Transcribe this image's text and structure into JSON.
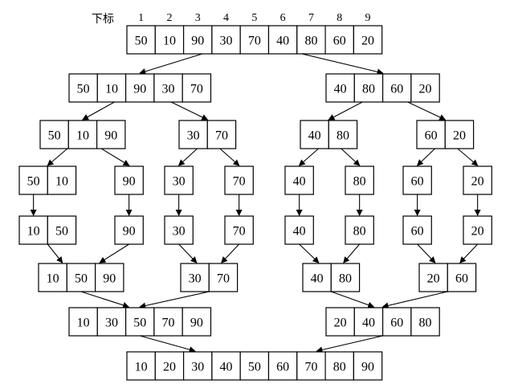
{
  "index_label": "下标",
  "indices": [
    "1",
    "2",
    "3",
    "4",
    "5",
    "6",
    "7",
    "8",
    "9"
  ],
  "levels": [
    {
      "name": "input",
      "boxes": [
        [
          "50",
          "10",
          "90",
          "30",
          "70",
          "40",
          "80",
          "60",
          "20"
        ]
      ]
    },
    {
      "name": "split-1",
      "boxes": [
        [
          "50",
          "10",
          "90",
          "30",
          "70"
        ],
        [
          "40",
          "80",
          "60",
          "20"
        ]
      ]
    },
    {
      "name": "split-2",
      "boxes": [
        [
          "50",
          "10",
          "90"
        ],
        [
          "30",
          "70"
        ],
        [
          "40",
          "80"
        ],
        [
          "60",
          "20"
        ]
      ]
    },
    {
      "name": "split-3",
      "boxes": [
        [
          "50",
          "10"
        ],
        [
          "90"
        ],
        [
          "30"
        ],
        [
          "70"
        ],
        [
          "40"
        ],
        [
          "80"
        ],
        [
          "60"
        ],
        [
          "20"
        ]
      ]
    },
    {
      "name": "sorted-leaves",
      "boxes": [
        [
          "10",
          "50"
        ],
        [
          "90"
        ],
        [
          "30"
        ],
        [
          "70"
        ],
        [
          "40"
        ],
        [
          "80"
        ],
        [
          "60"
        ],
        [
          "20"
        ]
      ]
    },
    {
      "name": "merge-1",
      "boxes": [
        [
          "10",
          "50",
          "90"
        ],
        [
          "30",
          "70"
        ],
        [
          "40",
          "80"
        ],
        [
          "20",
          "60"
        ]
      ]
    },
    {
      "name": "merge-2",
      "boxes": [
        [
          "10",
          "30",
          "50",
          "70",
          "90"
        ],
        [
          "20",
          "40",
          "60",
          "80"
        ]
      ]
    },
    {
      "name": "output",
      "boxes": [
        [
          "10",
          "20",
          "30",
          "40",
          "50",
          "60",
          "70",
          "80",
          "90"
        ]
      ]
    }
  ]
}
